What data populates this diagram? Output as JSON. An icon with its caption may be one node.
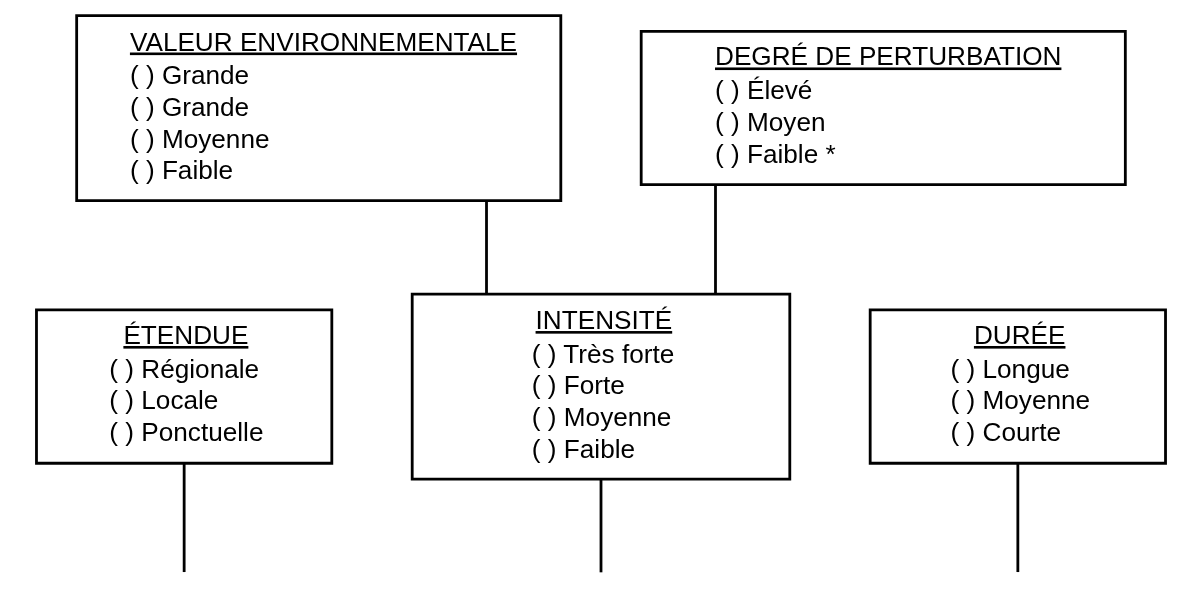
{
  "diagram": {
    "nodes": [
      {
        "text": [
          "VALEUR ENVIRONNEMENTALE",
          "( ) Grande",
          "( ) Grande",
          "( ) Moyenne",
          "( ) Faible"
        ]
      },
      {
        "text": [
          "DEGRÉ DE PERTURBATION",
          "( ) Élevé",
          "( ) Moyen",
          "( ) Faible *"
        ]
      },
      {
        "text": [
          "ÉTENDUE",
          "( ) Régionale",
          "( ) Locale",
          "( ) Ponctuelle"
        ]
      },
      {
        "text": [
          "INTENSITÉ",
          "( ) Très forte",
          "( ) Forte",
          "( ) Moyenne",
          "( ) Faible"
        ]
      },
      {
        "text": [
          "DURÉE",
          "( ) Longue",
          "( ) Moyenne",
          "( ) Courte"
        ]
      }
    ],
    "edges": [
      {
        "from": 0,
        "to": 3,
        "arrow": "none"
      },
      {
        "from": 1,
        "to": 3,
        "arrow": "none"
      },
      {
        "from": 2,
        "to": null,
        "arrow": "none"
      },
      {
        "from": 3,
        "to": null,
        "arrow": "none"
      },
      {
        "from": 4,
        "to": null,
        "arrow": "none"
      }
    ]
  }
}
